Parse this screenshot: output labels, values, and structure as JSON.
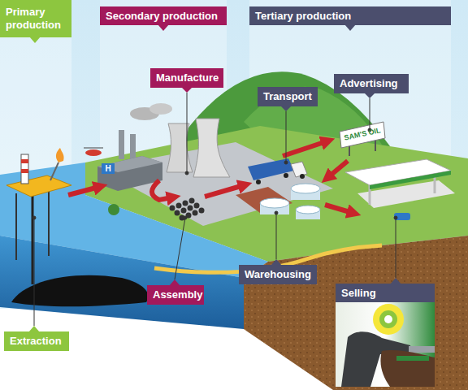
{
  "diagram": {
    "nodes": [
      {
        "text": [
          "Primary production"
        ]
      },
      {
        "text": [
          "Secondary production"
        ]
      },
      {
        "text": [
          "Tertiary production"
        ]
      },
      {
        "text": [
          "Manufacture"
        ]
      },
      {
        "text": [
          "Transport"
        ]
      },
      {
        "text": [
          "Advertising"
        ]
      },
      {
        "text": [
          "Extraction"
        ]
      },
      {
        "text": [
          "Assembly"
        ]
      },
      {
        "text": [
          "Warehousing"
        ]
      },
      {
        "text": [
          "Selling"
        ]
      }
    ],
    "labels": [
      "SAM'S OIL",
      "H"
    ]
  }
}
